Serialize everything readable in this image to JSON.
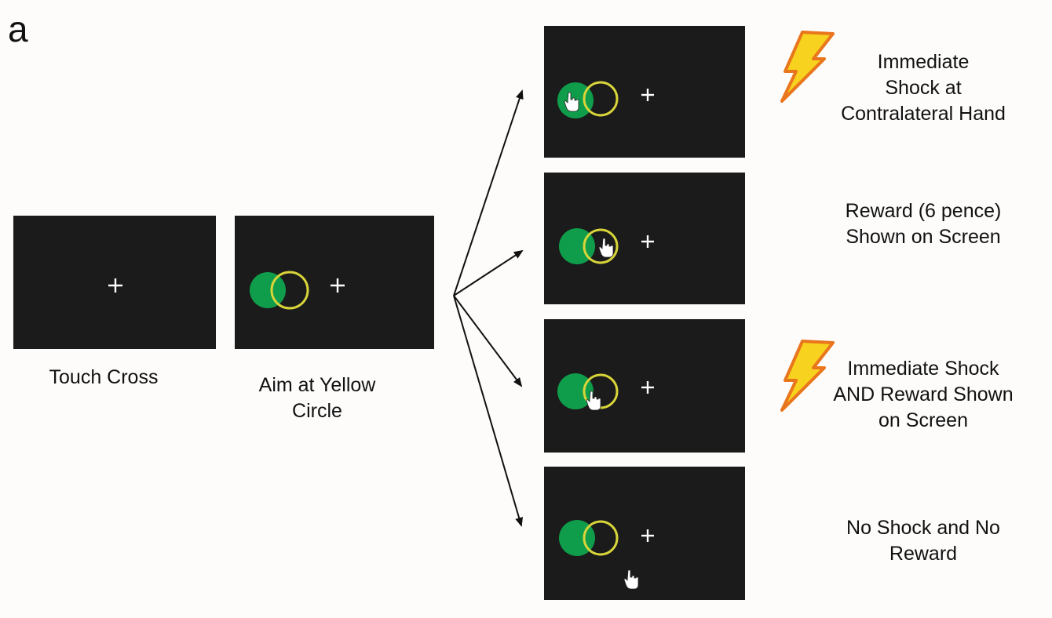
{
  "panel_label": "a",
  "steps": [
    {
      "caption": "Touch Cross"
    },
    {
      "caption_lines": [
        "Aim at Yellow",
        "Circle"
      ]
    }
  ],
  "outcomes": [
    {
      "lines": [
        "Immediate",
        "Shock at",
        "Contralateral Hand"
      ],
      "shock": true,
      "cursor": "green"
    },
    {
      "lines": [
        "Reward (6 pence)",
        "Shown on Screen"
      ],
      "shock": false,
      "cursor": "overlap"
    },
    {
      "lines": [
        "Immediate Shock",
        "AND Reward Shown",
        "on Screen"
      ],
      "shock": true,
      "cursor": "overlap"
    },
    {
      "lines": [
        "No Shock and No",
        "Reward"
      ],
      "shock": false,
      "cursor": "below"
    }
  ],
  "colors": {
    "screen": "#1b1b1b",
    "green_circle": "#0f9d4b",
    "yellow_ring": "#d8d43a",
    "fixation_cross": "#ffffff",
    "bolt_fill": "#f7d21e",
    "bolt_outline": "#e9751c"
  }
}
